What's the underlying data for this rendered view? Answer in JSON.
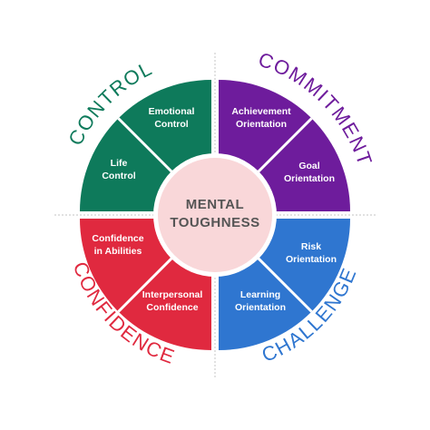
{
  "colors": {
    "control": "#0e7a5b",
    "commitment": "#6e1c9c",
    "confidence": "#e0293f",
    "challenge": "#2f76d0",
    "center_fill": "#f9d7d9",
    "center_text": "#555555"
  },
  "center": {
    "line1": "MENTAL",
    "line2": "TOUGHNESS"
  },
  "quadrants": {
    "control": {
      "title": "CONTROL",
      "segments": [
        {
          "line1": "Emotional",
          "line2": "Control"
        },
        {
          "line1": "Life",
          "line2": "Control"
        }
      ]
    },
    "commitment": {
      "title": "COMMITMENT",
      "segments": [
        {
          "line1": "Achievement",
          "line2": "Orientation"
        },
        {
          "line1": "Goal",
          "line2": "Orientation"
        }
      ]
    },
    "confidence": {
      "title": "CONFIDENCE",
      "segments": [
        {
          "line1": "Confidence",
          "line2": "in Abilities"
        },
        {
          "line1": "Interpersonal",
          "line2": "Confidence"
        }
      ]
    },
    "challenge": {
      "title": "CHALLENGE",
      "segments": [
        {
          "line1": "Risk",
          "line2": "Orientation"
        },
        {
          "line1": "Learning",
          "line2": "Orientation"
        }
      ]
    }
  }
}
